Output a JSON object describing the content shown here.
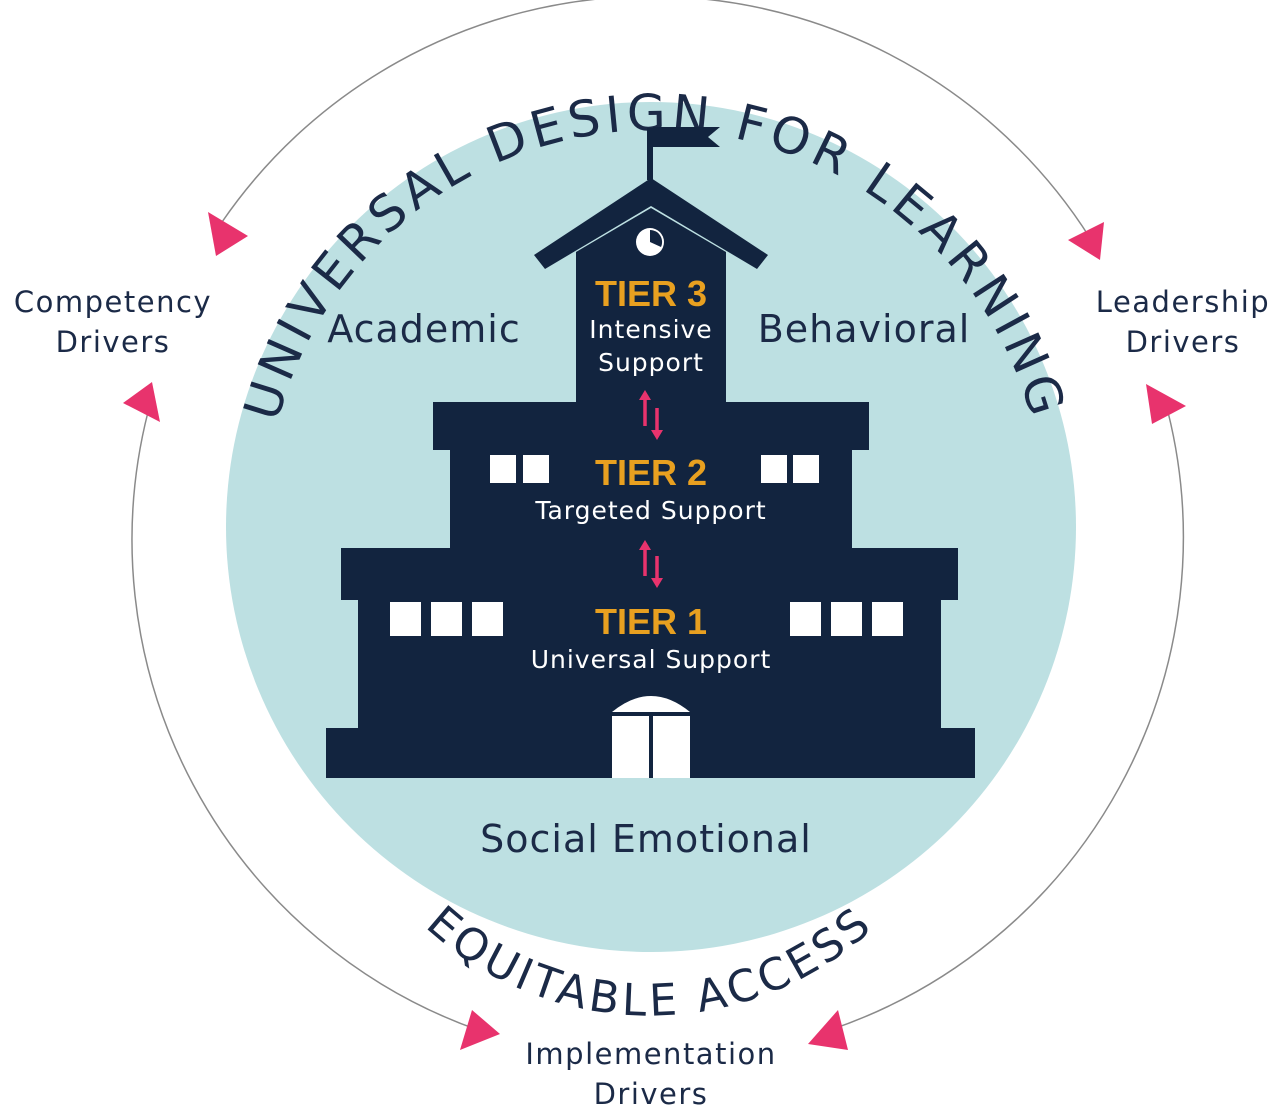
{
  "colors": {
    "circle": "#bde0e2",
    "building": "#12243f",
    "tier_title": "#e8a020",
    "arrow_pink": "#e8336d",
    "ring": "#8a8a8a",
    "text": "#1b2a47"
  },
  "arc_top": "UNIVERSAL DESIGN FOR LEARNING",
  "arc_bottom": "EQUITABLE ACCESS",
  "drivers": {
    "competency": {
      "line1": "Competency",
      "line2": "Drivers"
    },
    "leadership": {
      "line1": "Leadership",
      "line2": "Drivers"
    },
    "implementation": {
      "line1": "Implementation",
      "line2": "Drivers"
    }
  },
  "domains": {
    "academic": "Academic",
    "behavioral": "Behavioral",
    "social_emotional": "Social Emotional"
  },
  "tiers": {
    "tier3": {
      "title": "TIER 3",
      "line1": "Intensive",
      "line2": "Support"
    },
    "tier2": {
      "title": "TIER 2",
      "subtitle": "Targeted Support"
    },
    "tier1": {
      "title": "TIER 1",
      "subtitle": "Universal Support"
    }
  },
  "icons": [
    "flag-icon",
    "clock-icon",
    "bidirectional-arrow-icon",
    "cycle-arrowhead-icon",
    "door-icon",
    "window-icon"
  ]
}
